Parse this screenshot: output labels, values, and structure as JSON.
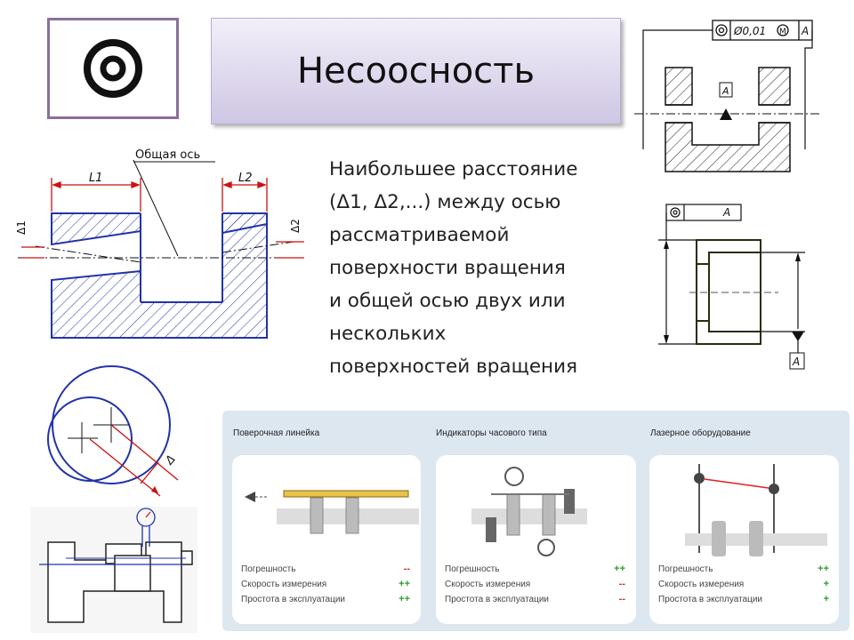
{
  "title": "Несоосность",
  "description_lines": [
    "Наибольшее расстояние",
    "(Δ1, Δ2,...) между осью",
    "рассматриваемой",
    "поверхности вращения",
    "и общей осью двух или",
    "нескольких",
    "поверхностей вращения"
  ],
  "drawing1": {
    "common_axis": "Общая ось",
    "l1": "L1",
    "l2": "L2",
    "d1": "Δ1",
    "d2": "Δ2"
  },
  "drawing2": {
    "tolerance": "Ø0,01",
    "datum": "A",
    "datum_label": "A",
    "material_mod": "M"
  },
  "drawing3": {
    "datum": "A",
    "datum_label": "A"
  },
  "drawing4": {
    "delta": "Δ"
  },
  "methods": [
    {
      "title": "Поверочная линейка",
      "rows": [
        {
          "label": "Погрешность",
          "mark": "--",
          "kind": "minus"
        },
        {
          "label": "Скорость измерения",
          "mark": "++",
          "kind": "plus"
        },
        {
          "label": "Простота в эксплуатации",
          "mark": "++",
          "kind": "plus"
        }
      ]
    },
    {
      "title": "Индикаторы часового типа",
      "rows": [
        {
          "label": "Погрешность",
          "mark": "++",
          "kind": "plus"
        },
        {
          "label": "Скорость измерения",
          "mark": "--",
          "kind": "minus"
        },
        {
          "label": "Простота в эксплуатации",
          "mark": "--",
          "kind": "minus"
        }
      ]
    },
    {
      "title": "Лазерное оборудование",
      "rows": [
        {
          "label": "Погрешность",
          "mark": "++",
          "kind": "plus"
        },
        {
          "label": "Скорость измерения",
          "mark": "+",
          "kind": "plus"
        },
        {
          "label": "Простота в эксплуатации",
          "mark": "+",
          "kind": "plus"
        }
      ]
    }
  ]
}
